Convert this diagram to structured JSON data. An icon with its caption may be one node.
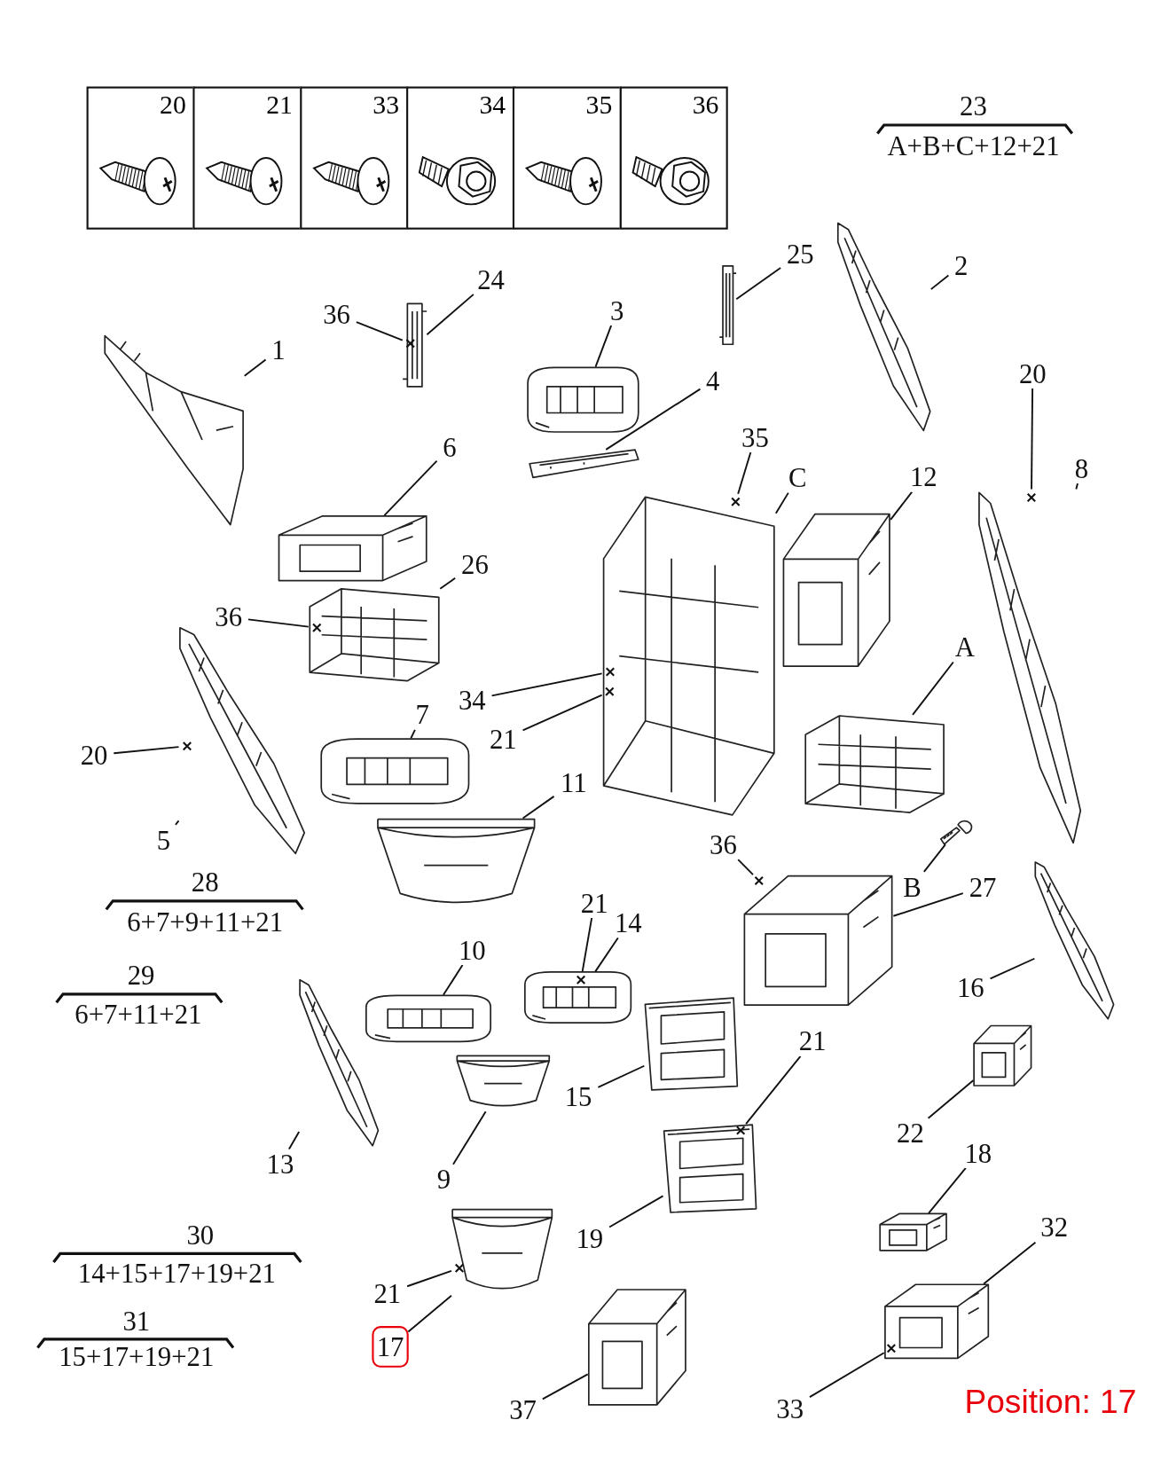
{
  "diagram": {
    "nodes": [
      {
        "text": [
          "1"
        ]
      },
      {
        "text": [],
        "shape": "picture"
      },
      {
        "text": [
          "2"
        ]
      },
      {
        "text": [],
        "shape": "picture"
      },
      {
        "text": [
          "3"
        ]
      },
      {
        "text": [],
        "shape": "picture"
      },
      {
        "text": [
          "4"
        ]
      },
      {
        "text": [],
        "shape": "picture"
      },
      {
        "text": [
          "5"
        ]
      },
      {
        "text": [],
        "shape": "picture"
      },
      {
        "text": [
          "6"
        ]
      },
      {
        "text": [],
        "shape": "picture"
      },
      {
        "text": [
          "7"
        ]
      },
      {
        "text": [],
        "shape": "picture"
      },
      {
        "text": [
          "8"
        ]
      },
      {
        "text": [],
        "shape": "picture"
      },
      {
        "text": [
          "9"
        ]
      },
      {
        "text": [],
        "shape": "picture"
      },
      {
        "text": [
          "10"
        ]
      },
      {
        "text": [],
        "shape": "picture"
      },
      {
        "text": [
          "11"
        ]
      },
      {
        "text": [],
        "shape": "picture"
      },
      {
        "text": [
          "12"
        ]
      },
      {
        "text": [],
        "shape": "picture"
      },
      {
        "text": [
          "13"
        ]
      },
      {
        "text": [],
        "shape": "picture"
      },
      {
        "text": [
          "14"
        ]
      },
      {
        "text": [],
        "shape": "picture"
      },
      {
        "text": [
          "15"
        ]
      },
      {
        "text": [],
        "shape": "picture"
      },
      {
        "text": [
          "16"
        ]
      },
      {
        "text": [],
        "shape": "picture"
      },
      {
        "text": [
          "17"
        ]
      },
      {
        "text": [],
        "shape": "picture"
      },
      {
        "text": [
          "18"
        ]
      },
      {
        "text": [],
        "shape": "picture"
      },
      {
        "text": [
          "19"
        ]
      },
      {
        "text": [],
        "shape": "picture"
      },
      {
        "text": [
          "22"
        ]
      },
      {
        "text": [],
        "shape": "picture"
      },
      {
        "text": [
          "24"
        ]
      },
      {
        "text": [],
        "shape": "picture"
      },
      {
        "text": [
          "25"
        ]
      },
      {
        "text": [],
        "shape": "picture"
      },
      {
        "text": [
          "26"
        ]
      },
      {
        "text": [],
        "shape": "picture"
      },
      {
        "text": [
          "27"
        ]
      },
      {
        "text": [],
        "shape": "picture"
      },
      {
        "text": [
          "32"
        ]
      },
      {
        "text": [],
        "shape": "picture"
      },
      {
        "text": [
          "37"
        ]
      },
      {
        "text": [],
        "shape": "picture"
      },
      {
        "text": [
          "A"
        ]
      },
      {
        "text": [],
        "shape": "picture"
      },
      {
        "text": [
          "B"
        ]
      },
      {
        "text": [],
        "shape": "picture"
      },
      {
        "text": [
          "C"
        ]
      },
      {
        "text": [],
        "shape": "picture"
      },
      {
        "text": [
          "36"
        ]
      },
      {
        "text": [
          "20"
        ]
      },
      {
        "text": [
          "35"
        ]
      },
      {
        "text": [
          "36"
        ]
      },
      {
        "text": [
          "20"
        ]
      },
      {
        "text": [
          "34"
        ]
      },
      {
        "text": [
          "21"
        ]
      },
      {
        "text": [
          "36"
        ]
      },
      {
        "text": [
          "21"
        ]
      },
      {
        "text": [
          "21"
        ]
      },
      {
        "text": [
          "21"
        ]
      },
      {
        "text": [
          "33"
        ]
      }
    ],
    "edges": [
      {
        "from": 0,
        "to": 1,
        "arrow": "none"
      },
      {
        "from": 2,
        "to": 3,
        "arrow": "none"
      },
      {
        "from": 4,
        "to": 5,
        "arrow": "none"
      },
      {
        "from": 6,
        "to": 7,
        "arrow": "none"
      },
      {
        "from": 8,
        "to": 9,
        "arrow": "none"
      },
      {
        "from": 10,
        "to": 11,
        "arrow": "none"
      },
      {
        "from": 12,
        "to": 13,
        "arrow": "none"
      },
      {
        "from": 14,
        "to": 15,
        "arrow": "none"
      },
      {
        "from": 16,
        "to": 17,
        "arrow": "none"
      },
      {
        "from": 18,
        "to": 19,
        "arrow": "none"
      },
      {
        "from": 20,
        "to": 21,
        "arrow": "none"
      },
      {
        "from": 22,
        "to": 23,
        "arrow": "none"
      },
      {
        "from": 24,
        "to": 25,
        "arrow": "none"
      },
      {
        "from": 26,
        "to": 27,
        "arrow": "none"
      },
      {
        "from": 28,
        "to": 29,
        "arrow": "none"
      },
      {
        "from": 30,
        "to": 31,
        "arrow": "none"
      },
      {
        "from": 32,
        "to": 33,
        "arrow": "none"
      },
      {
        "from": 34,
        "to": 35,
        "arrow": "none"
      },
      {
        "from": 36,
        "to": 37,
        "arrow": "none"
      },
      {
        "from": 38,
        "to": 39,
        "arrow": "none"
      },
      {
        "from": 40,
        "to": 41,
        "arrow": "none"
      },
      {
        "from": 42,
        "to": 43,
        "arrow": "none"
      },
      {
        "from": 44,
        "to": 45,
        "arrow": "none"
      },
      {
        "from": 46,
        "to": 47,
        "arrow": "none"
      },
      {
        "from": 48,
        "to": 49,
        "arrow": "none"
      },
      {
        "from": 50,
        "to": 51,
        "arrow": "none"
      },
      {
        "from": 52,
        "to": 53,
        "arrow": "none"
      },
      {
        "from": 54,
        "to": 55,
        "arrow": "none"
      },
      {
        "from": 56,
        "to": 57,
        "arrow": "none"
      },
      {
        "from": 58,
        "to": 41,
        "arrow": "none"
      },
      {
        "from": 59,
        "to": 15,
        "arrow": "none"
      },
      {
        "from": 60,
        "to": 57,
        "arrow": "none"
      },
      {
        "from": 61,
        "to": 45,
        "arrow": "none"
      },
      {
        "from": 62,
        "to": 9,
        "arrow": "none"
      },
      {
        "from": 63,
        "to": 57,
        "arrow": "none"
      },
      {
        "from": 64,
        "to": 57,
        "arrow": "none"
      },
      {
        "from": 65,
        "to": 47,
        "arrow": "none"
      },
      {
        "from": 66,
        "to": 27,
        "arrow": "none"
      },
      {
        "from": 67,
        "to": 37,
        "arrow": "none"
      },
      {
        "from": 68,
        "to": 33,
        "arrow": "none"
      },
      {
        "from": 69,
        "to": 49,
        "arrow": "none"
      }
    ],
    "labels": [
      "20",
      "21",
      "33",
      "34",
      "35",
      "36",
      "23",
      "A+B+C+12+21",
      "28",
      "6+7+9+11+21",
      "29",
      "6+7+11+21",
      "30",
      "14+15+17+19+21",
      "31",
      "15+17+19+21",
      "Position: 17"
    ]
  }
}
